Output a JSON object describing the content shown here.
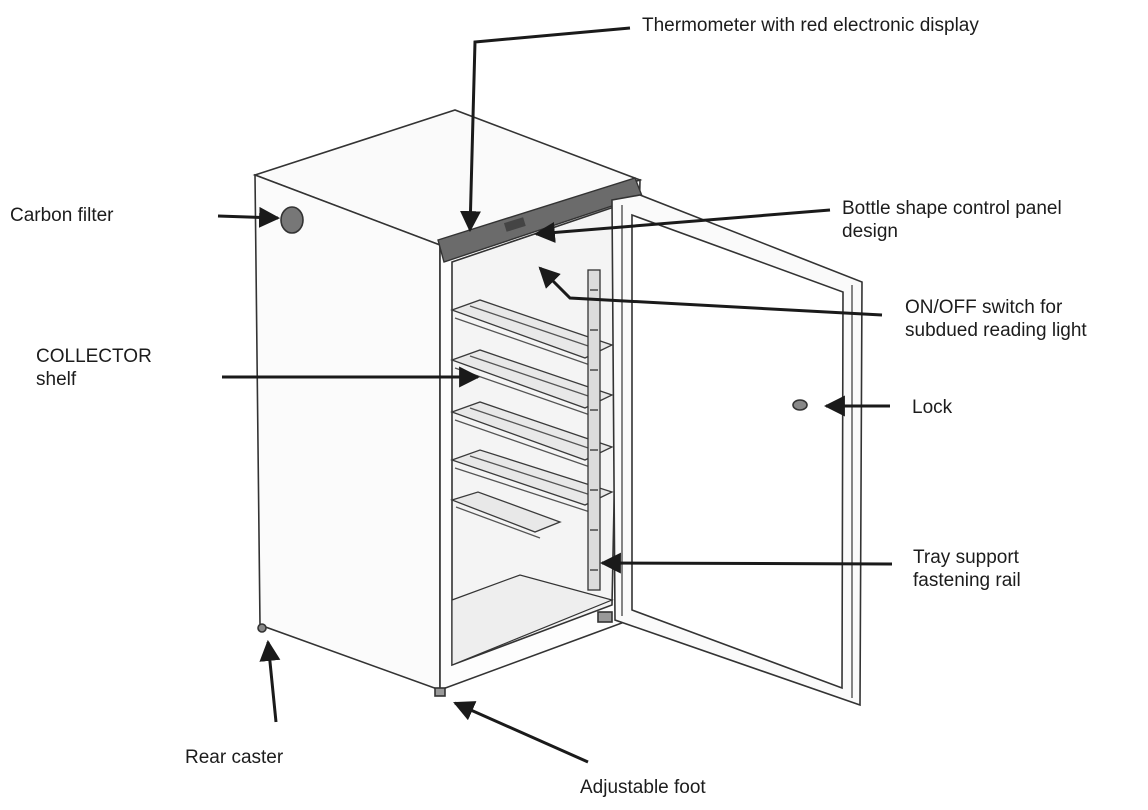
{
  "labels": {
    "thermometer": "Thermometer with red electronic display",
    "carbon_filter": "Carbon filter",
    "control_panel": [
      "Bottle shape control panel",
      "design"
    ],
    "on_off_switch": [
      "ON/OFF switch for",
      "subdued reading light"
    ],
    "collector_shelf": [
      "COLLECTOR",
      "shelf"
    ],
    "lock": "Lock",
    "tray_support": [
      "Tray support",
      "fastening rail"
    ],
    "rear_caster": "Rear caster",
    "adjustable_foot": "Adjustable foot"
  },
  "colors": {
    "line": "#2a2a2a",
    "panel": "#6b6b6b",
    "text": "#1c1c1c"
  }
}
